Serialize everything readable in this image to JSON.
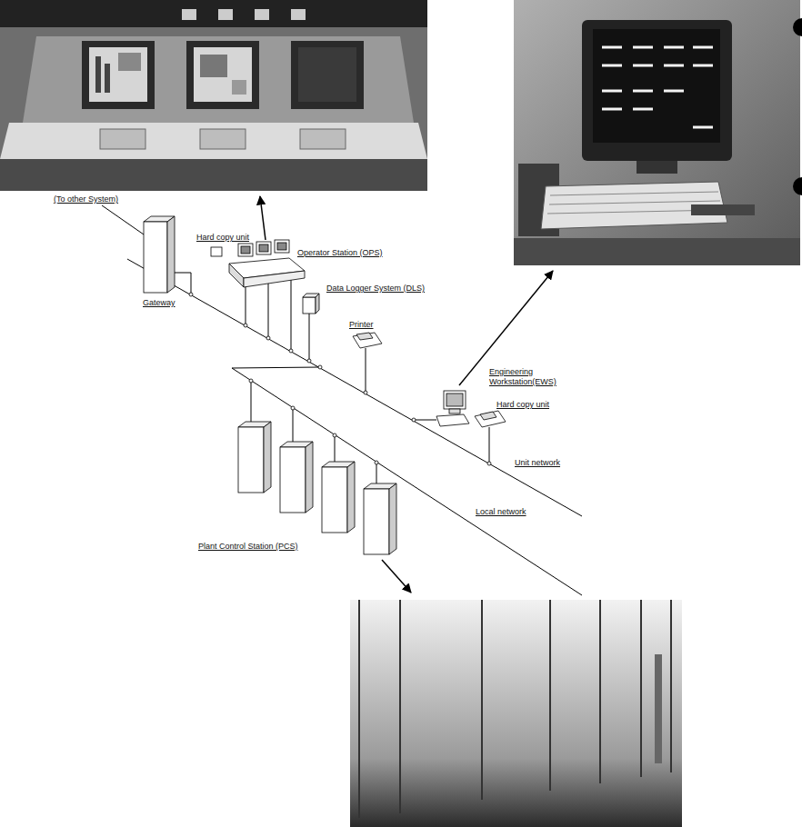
{
  "diagram": {
    "labels": [
      "Hard copy unit",
      "Operator Station (OPS)",
      "Data Logger System (DLS)",
      "(To other System)",
      "Printer",
      "Gateway",
      "Engineering Workstation(EWS)",
      "Hard copy unit",
      "Unit network",
      "Local network",
      "Plant Control Station (PCS)"
    ]
  }
}
